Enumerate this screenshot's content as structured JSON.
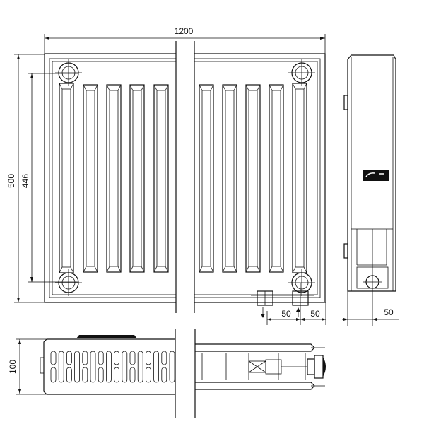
{
  "dimensions": {
    "width": "1200",
    "height": "500",
    "axis_distance": "446",
    "depth": "100",
    "valve_offset_1": "50",
    "valve_offset_2": "50",
    "side_offset": "50"
  },
  "colors": {
    "line": "#111111",
    "background": "#ffffff"
  }
}
